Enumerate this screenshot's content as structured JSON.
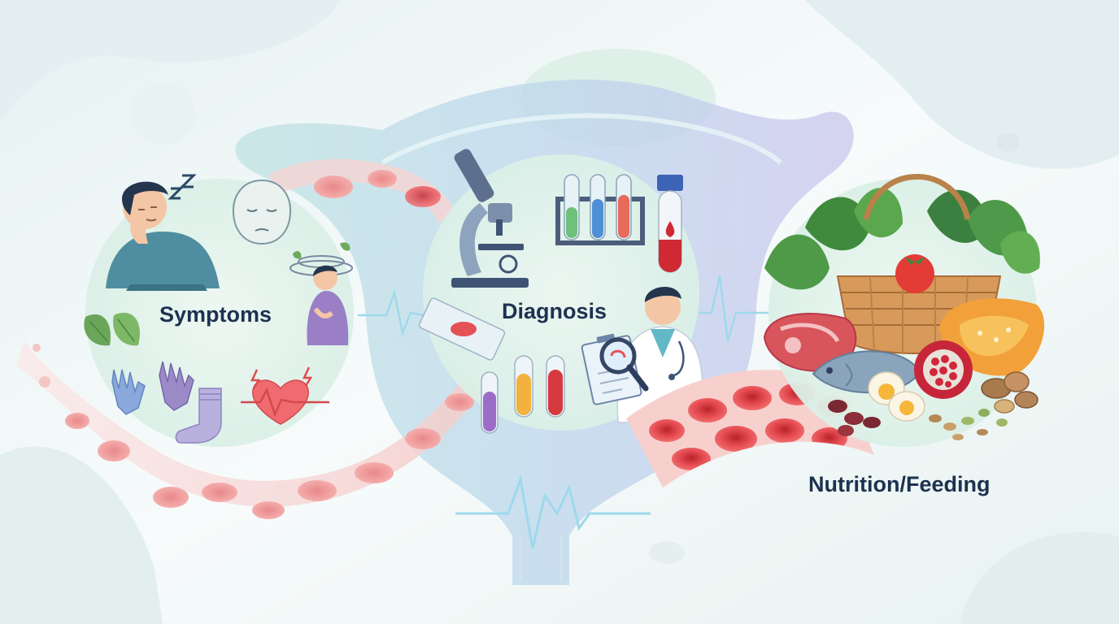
{
  "stages": [
    {
      "id": "symptoms",
      "label": "Symptoms"
    },
    {
      "id": "diagnosis",
      "label": "Diagnosis"
    },
    {
      "id": "nutrition",
      "label": "Nutrition/Feeding"
    }
  ],
  "colors": {
    "label": "#1d3250",
    "blood": "#e0484e",
    "vessel": "#f6d4d2",
    "circle": "#e4f2ec",
    "pulse": "#8fd4ea"
  },
  "icons": {
    "symptoms": [
      "tired-person-icon",
      "sleep-zzz-icon",
      "pale-face-icon",
      "dizzy-person-icon",
      "leaves-icon",
      "gloves-icon",
      "sock-icon",
      "heart-pulse-icon"
    ],
    "diagnosis": [
      "microscope-icon",
      "test-tube-rack-icon",
      "blood-vial-icon",
      "microscope-slide-icon",
      "test-tubes-icon",
      "doctor-icon",
      "magnifier-icon",
      "clipboard-icon"
    ],
    "nutrition": [
      "basket-icon",
      "leafy-greens-icon",
      "tomato-icon",
      "steak-icon",
      "fish-icon",
      "eggs-icon",
      "pomegranate-icon",
      "pumpkin-icon",
      "nuts-icon",
      "beans-icon",
      "seeds-icon"
    ]
  }
}
